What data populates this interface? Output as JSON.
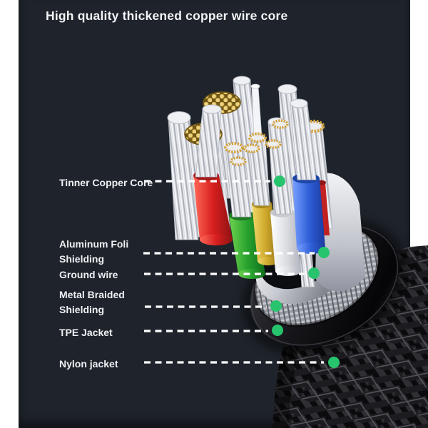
{
  "title": "High quality thickened copper wire core",
  "colors": {
    "panel_background": "#1f242c",
    "margin_background": "#ffffff",
    "text": "#eef0f3",
    "callout_dash": "#ffffff",
    "marker_green": "#27c46d",
    "wire_red": "#d81f1f",
    "wire_green": "#28a22e",
    "wire_yellow": "#cfa92c",
    "wire_white": "#e8e9ee",
    "wire_blue": "#2f5fd8",
    "copper_gold": "#e9cc74",
    "foil_silver": "#c7c9d1",
    "jacket_black": "#131316"
  },
  "diagram": {
    "labels": [
      {
        "text": "Tinner Copper Core"
      },
      {
        "text": "Aluminum Foli Shielding"
      },
      {
        "text": "Ground wire"
      },
      {
        "text": "Metal Braided Shielding"
      },
      {
        "text": "TPE Jacket"
      },
      {
        "text": "Nylon jacket"
      }
    ]
  }
}
